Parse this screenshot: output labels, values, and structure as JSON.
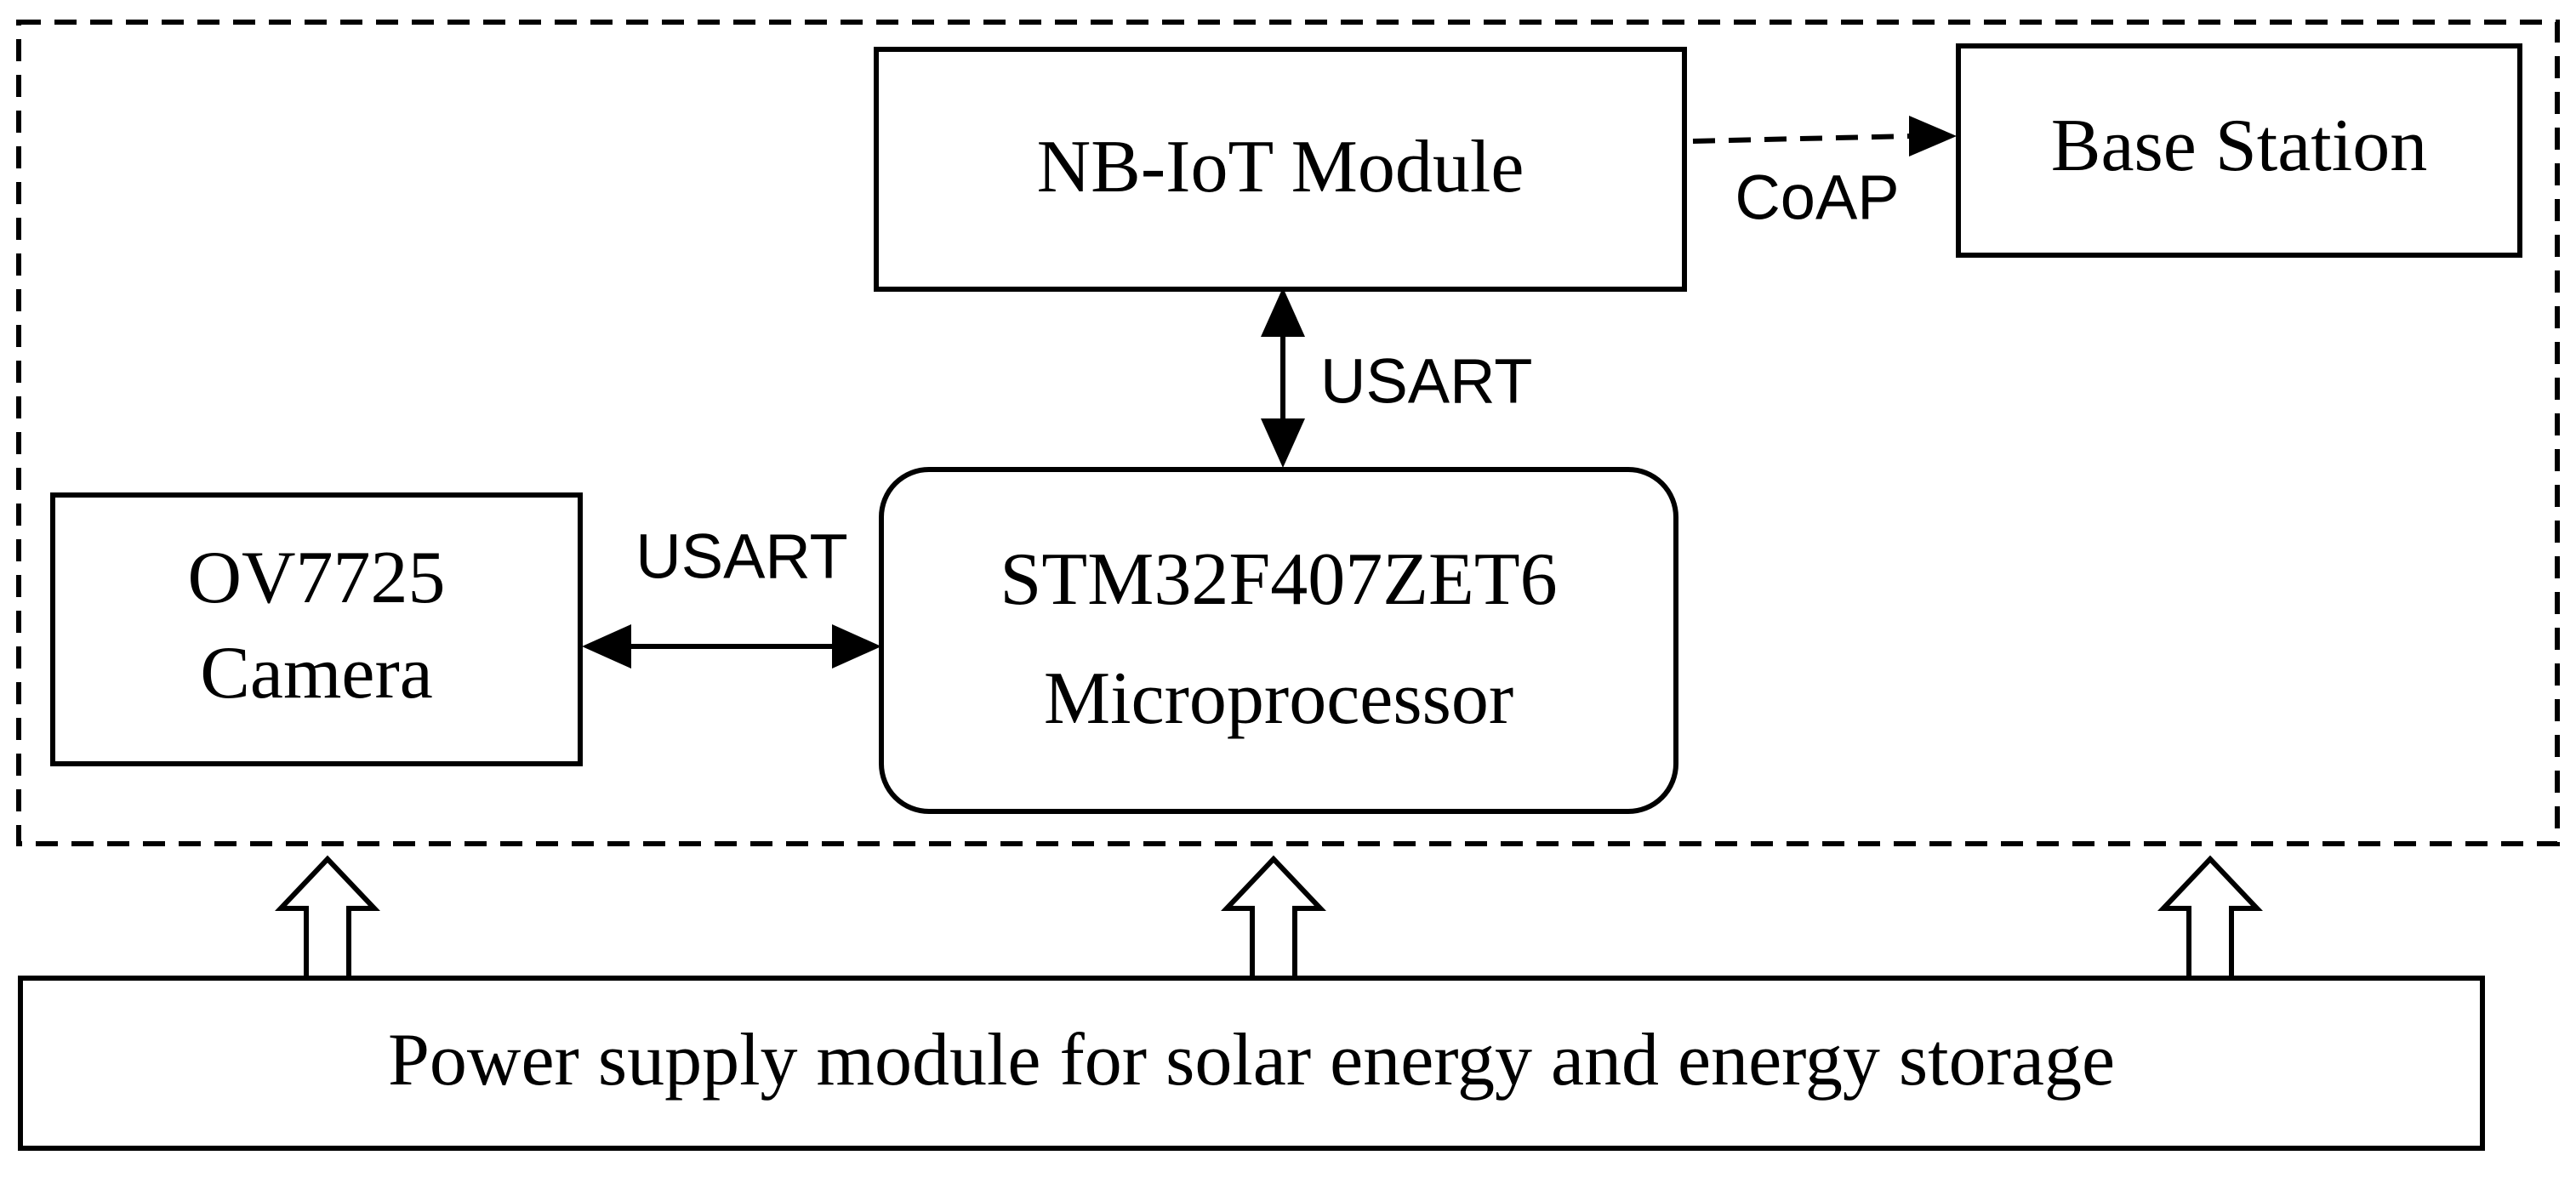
{
  "nodes": {
    "nbiot": {
      "label": "NB-IoT Module"
    },
    "base_station": {
      "label": "Base Station"
    },
    "camera": {
      "line1": "OV7725",
      "line2": "Camera"
    },
    "mcu": {
      "line1": "STM32F407ZET6",
      "line2": "Microprocessor"
    },
    "power": {
      "label": "Power supply module for solar energy and energy storage"
    }
  },
  "edges": {
    "nbiot_to_base": {
      "label": "CoAP",
      "style": "dashed",
      "direction": "forward"
    },
    "nbiot_mcu": {
      "label": "USART",
      "style": "solid",
      "direction": "bidirectional"
    },
    "camera_mcu": {
      "label": "USART",
      "style": "solid",
      "direction": "bidirectional"
    },
    "power_feeds": {
      "count": 3,
      "style": "hollow-arrow",
      "direction": "up"
    }
  },
  "colors": {
    "stroke": "#000000",
    "background": "#ffffff"
  }
}
